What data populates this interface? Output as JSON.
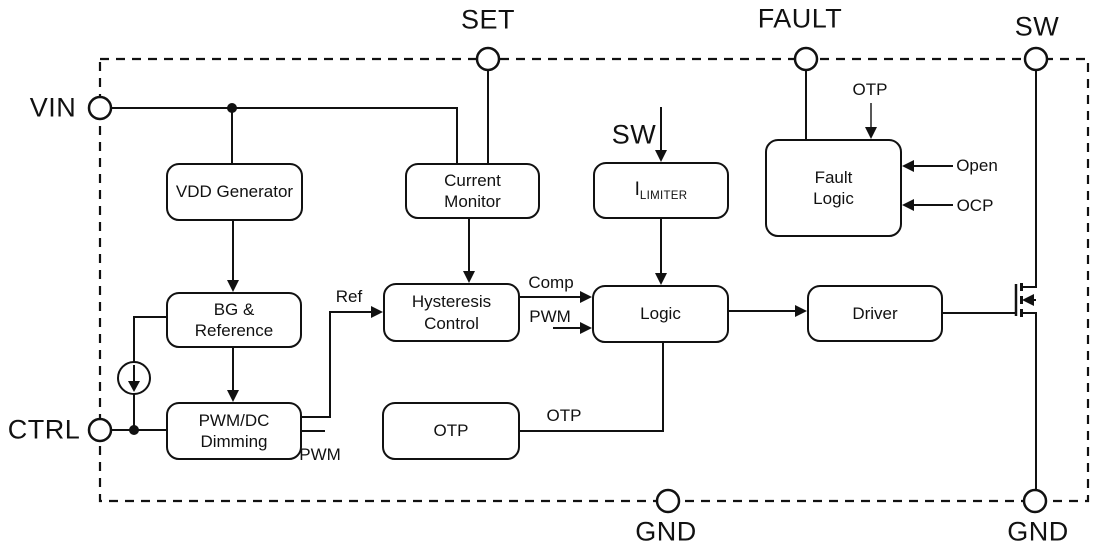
{
  "pins": {
    "vin": "VIN",
    "ctrl": "CTRL",
    "set": "SET",
    "fault": "FAULT",
    "sw": "SW",
    "gnd_left": "GND",
    "gnd_right": "GND"
  },
  "blocks": {
    "vdd_generator": "VDD Generator",
    "current_monitor": "Current\nMonitor",
    "i_limiter_main": "I",
    "i_limiter_sub": "LIMITER",
    "fault_logic": "Fault\nLogic",
    "bg_reference": "BG &\nReference",
    "hysteresis_control": "Hysteresis\nControl",
    "logic": "Logic",
    "driver": "Driver",
    "pwm_dc_dimming": "PWM/DC\nDimming",
    "otp": "OTP"
  },
  "signals": {
    "sw_input": "SW",
    "ref": "Ref",
    "comp": "Comp",
    "pwm_in": "PWM",
    "pwm_out": "PWM",
    "otp_wire": "OTP",
    "otp_fault": "OTP",
    "open": "Open",
    "ocp": "OCP"
  },
  "colors": {
    "line": "#111111",
    "background": "#ffffff"
  }
}
